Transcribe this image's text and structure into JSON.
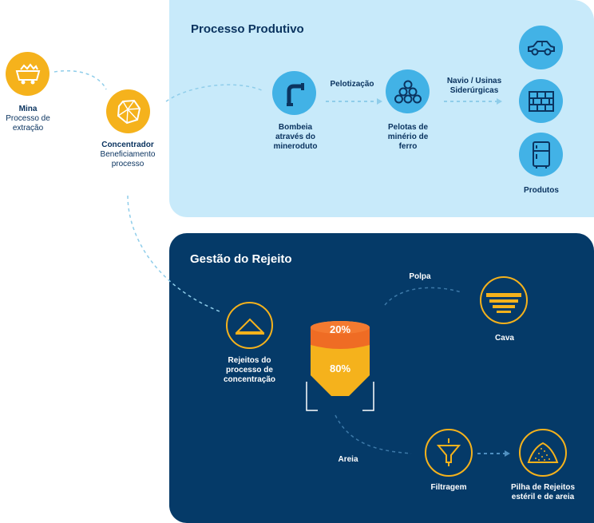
{
  "top_panel": {
    "title": "Processo Produtivo",
    "bombeia": "Bombeia através do mineroduto",
    "pelotizacao": "Pelotização",
    "pelotas": "Pelotas de minério de ferro",
    "navio": "Navio / Usinas Siderúrgicas",
    "produtos": "Produtos"
  },
  "left": {
    "mina_title": "Mina",
    "mina_sub": "Processo de extração",
    "concentrador_title": "Concentrador",
    "concentrador_sub": "Beneficiamento processo"
  },
  "bottom_panel": {
    "title": "Gestão do Rejeito",
    "rejeitos": "Rejeitos do processo de concentração",
    "polpa": "Polpa",
    "cava": "Cava",
    "areia": "Areia",
    "filtragem": "Filtragem",
    "pilha": "Pilha de Rejeitos estéril e de areia",
    "silo_top_pct": "20%",
    "silo_bottom_pct": "80%"
  },
  "colors": {
    "top_bg": "#c8eafa",
    "bottom_bg": "#053a68",
    "yellow": "#f5b21c",
    "orange": "#ef6c24",
    "blue_icon": "#42b2e6",
    "navy_text": "#0b3460"
  },
  "icons": [
    "mine-cart-icon",
    "rock-icon",
    "pipe-icon",
    "pellets-icon",
    "car-icon",
    "brick-wall-icon",
    "refrigerator-icon",
    "sand-pile-icon",
    "pit-icon",
    "funnel-icon",
    "tailings-pile-icon"
  ]
}
